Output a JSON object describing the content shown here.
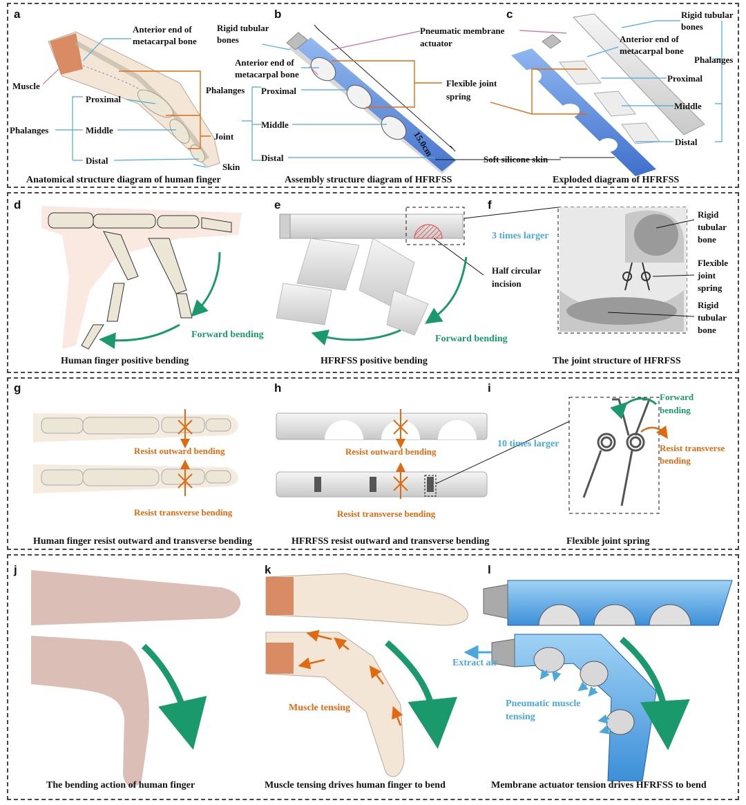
{
  "colors": {
    "green": "#1a9a6c",
    "orange": "#e06a10",
    "blue": "#4aa8dc",
    "pink": "#d0679a",
    "skin": "#f3e6d6",
    "bone": "#ece6d6",
    "device": "#4a7fd8",
    "grey": "#dcdcdc"
  },
  "panel_letters": {
    "a": "a",
    "b": "b",
    "c": "c",
    "d": "d",
    "e": "e",
    "f": "f",
    "g": "g",
    "h": "h",
    "i": "i",
    "j": "j",
    "k": "k",
    "l": "l"
  },
  "row1": {
    "a": {
      "anterior": "Anterior end of",
      "metacarpal": "metacarpal bone",
      "muscle": "Muscle",
      "proximal": "Proximal",
      "phalanges": "Phalanges",
      "middle": "Middle",
      "joint": "Joint",
      "distal": "Distal",
      "skin": "Skin",
      "caption": "Anatomical structure diagram of human finger"
    },
    "b": {
      "rigid1": "Rigid tubular",
      "rigid2": "bones",
      "anterior1": "Anterior end of",
      "anterior2": "metacarpal bone",
      "phalanges": "Phalanges",
      "proximal": "Proximal",
      "middle": "Middle",
      "distal": "Distal",
      "pneu1": "Pneumatic membrane",
      "pneu2": "actuator",
      "flex1": "Flexible joint",
      "flex2": "spring",
      "length": "15.0cm",
      "skin": "Soft silicone skin",
      "caption": "Assembly structure diagram of HFRFSS"
    },
    "c": {
      "rigid1": "Rigid tubular",
      "rigid2": "bones",
      "anterior1": "Anterior end of",
      "anterior2": "metacarpal bone",
      "phalanges": "Phalanges",
      "proximal": "Proximal",
      "middle": "Middle",
      "distal": "Distal",
      "caption": "Exploded diagram of HFRFSS"
    }
  },
  "row2": {
    "d": {
      "forward": "Forward bending",
      "caption": "Human finger positive bending"
    },
    "e": {
      "larger": "3 times larger",
      "half1": "Half circular",
      "half2": "incision",
      "forward": "Forward bending",
      "caption": "HFRFSS positive bending"
    },
    "f": {
      "rigid_a1": "Rigid",
      "rigid_a2": "tubular",
      "rigid_a3": "bone",
      "flex1": "Flexible",
      "flex2": "joint",
      "flex3": "spring",
      "rigid_b1": "Rigid",
      "rigid_b2": "tubular",
      "rigid_b3": "bone",
      "caption": "The joint structure of HFRFSS"
    }
  },
  "row3": {
    "g": {
      "outward": "Resist outward bending",
      "transverse": "Resist transverse bending",
      "caption": "Human finger resist outward and transverse bending"
    },
    "h": {
      "outward": "Resist outward bending",
      "transverse": "Resist transverse bending",
      "caption": "HFRFSS resist outward and transverse bending"
    },
    "i": {
      "larger": "10 times larger",
      "forward1": "Forward",
      "forward2": "bending",
      "resist1": "Resist transverse",
      "resist2": "bending",
      "caption": "Flexible joint spring"
    }
  },
  "row4": {
    "j": {
      "caption": "The bending action of human finger"
    },
    "k": {
      "muscle": "Muscle tensing",
      "caption": "Muscle tensing drives human finger to bend"
    },
    "l": {
      "extract": "Extract air",
      "pneu1": "Pneumatic muscle",
      "pneu2": "tensing",
      "caption": "Membrane actuator  tension drives HFRFSS to bend"
    }
  }
}
